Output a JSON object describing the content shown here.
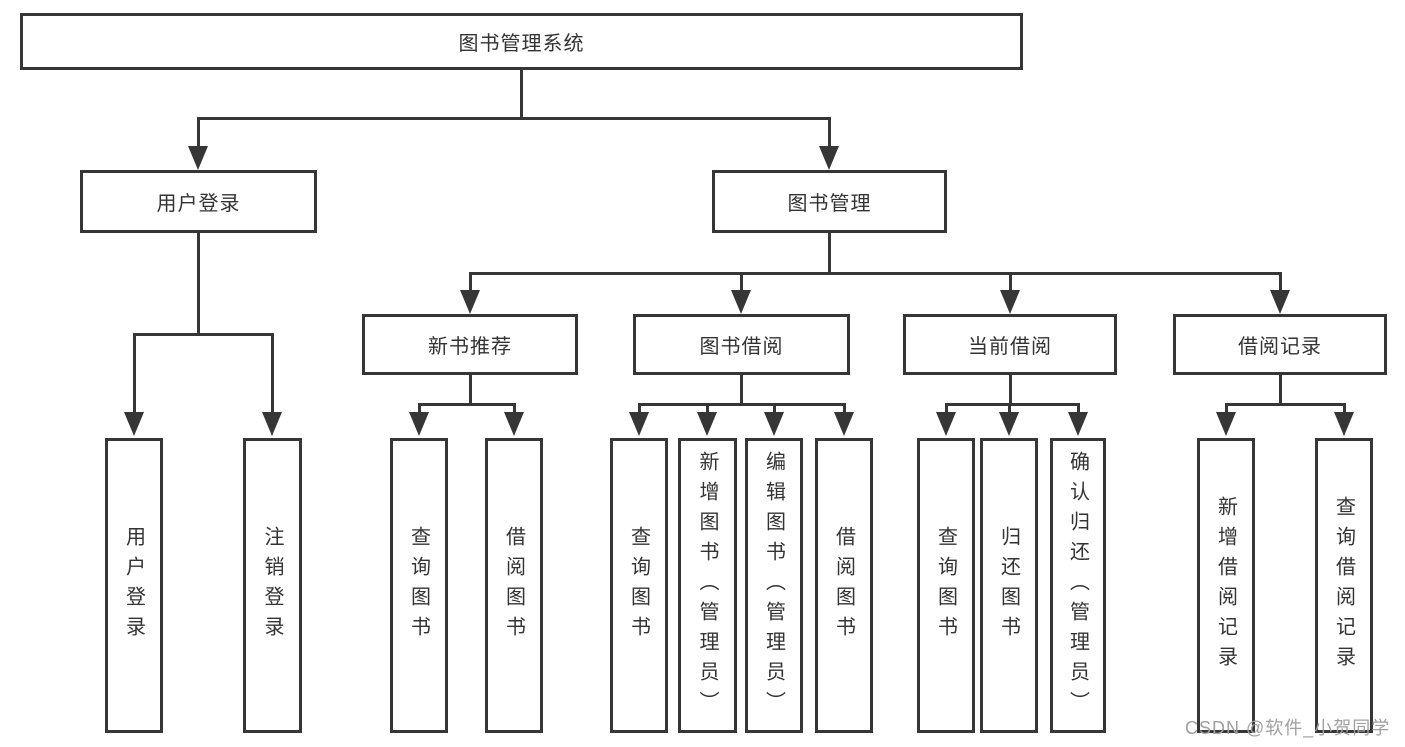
{
  "tree": {
    "root": {
      "label": "图书管理系统"
    },
    "branches": [
      {
        "label": "用户登录",
        "children": [
          {
            "label": "用户登录"
          },
          {
            "label": "注销登录"
          }
        ]
      },
      {
        "label": "图书管理",
        "children": [
          {
            "label": "新书推荐",
            "children": [
              {
                "label": "查询图书"
              },
              {
                "label": "借阅图书"
              }
            ]
          },
          {
            "label": "图书借阅",
            "children": [
              {
                "label": "查询图书"
              },
              {
                "label": "新增图书（管理员）"
              },
              {
                "label": "编辑图书（管理员）"
              },
              {
                "label": "借阅图书"
              }
            ]
          },
          {
            "label": "当前借阅",
            "children": [
              {
                "label": "查询图书"
              },
              {
                "label": "归还图书"
              },
              {
                "label": "确认归还（管理员）"
              }
            ]
          },
          {
            "label": "借阅记录",
            "children": [
              {
                "label": "新增借阅记录"
              },
              {
                "label": "查询借阅记录"
              }
            ]
          }
        ]
      }
    ]
  },
  "watermark": {
    "text": "CSDN @软件_小贺同学"
  },
  "colors": {
    "line": "#363636",
    "text": "#333333",
    "background": "#ffffff",
    "watermark": "#a0a0a0"
  }
}
